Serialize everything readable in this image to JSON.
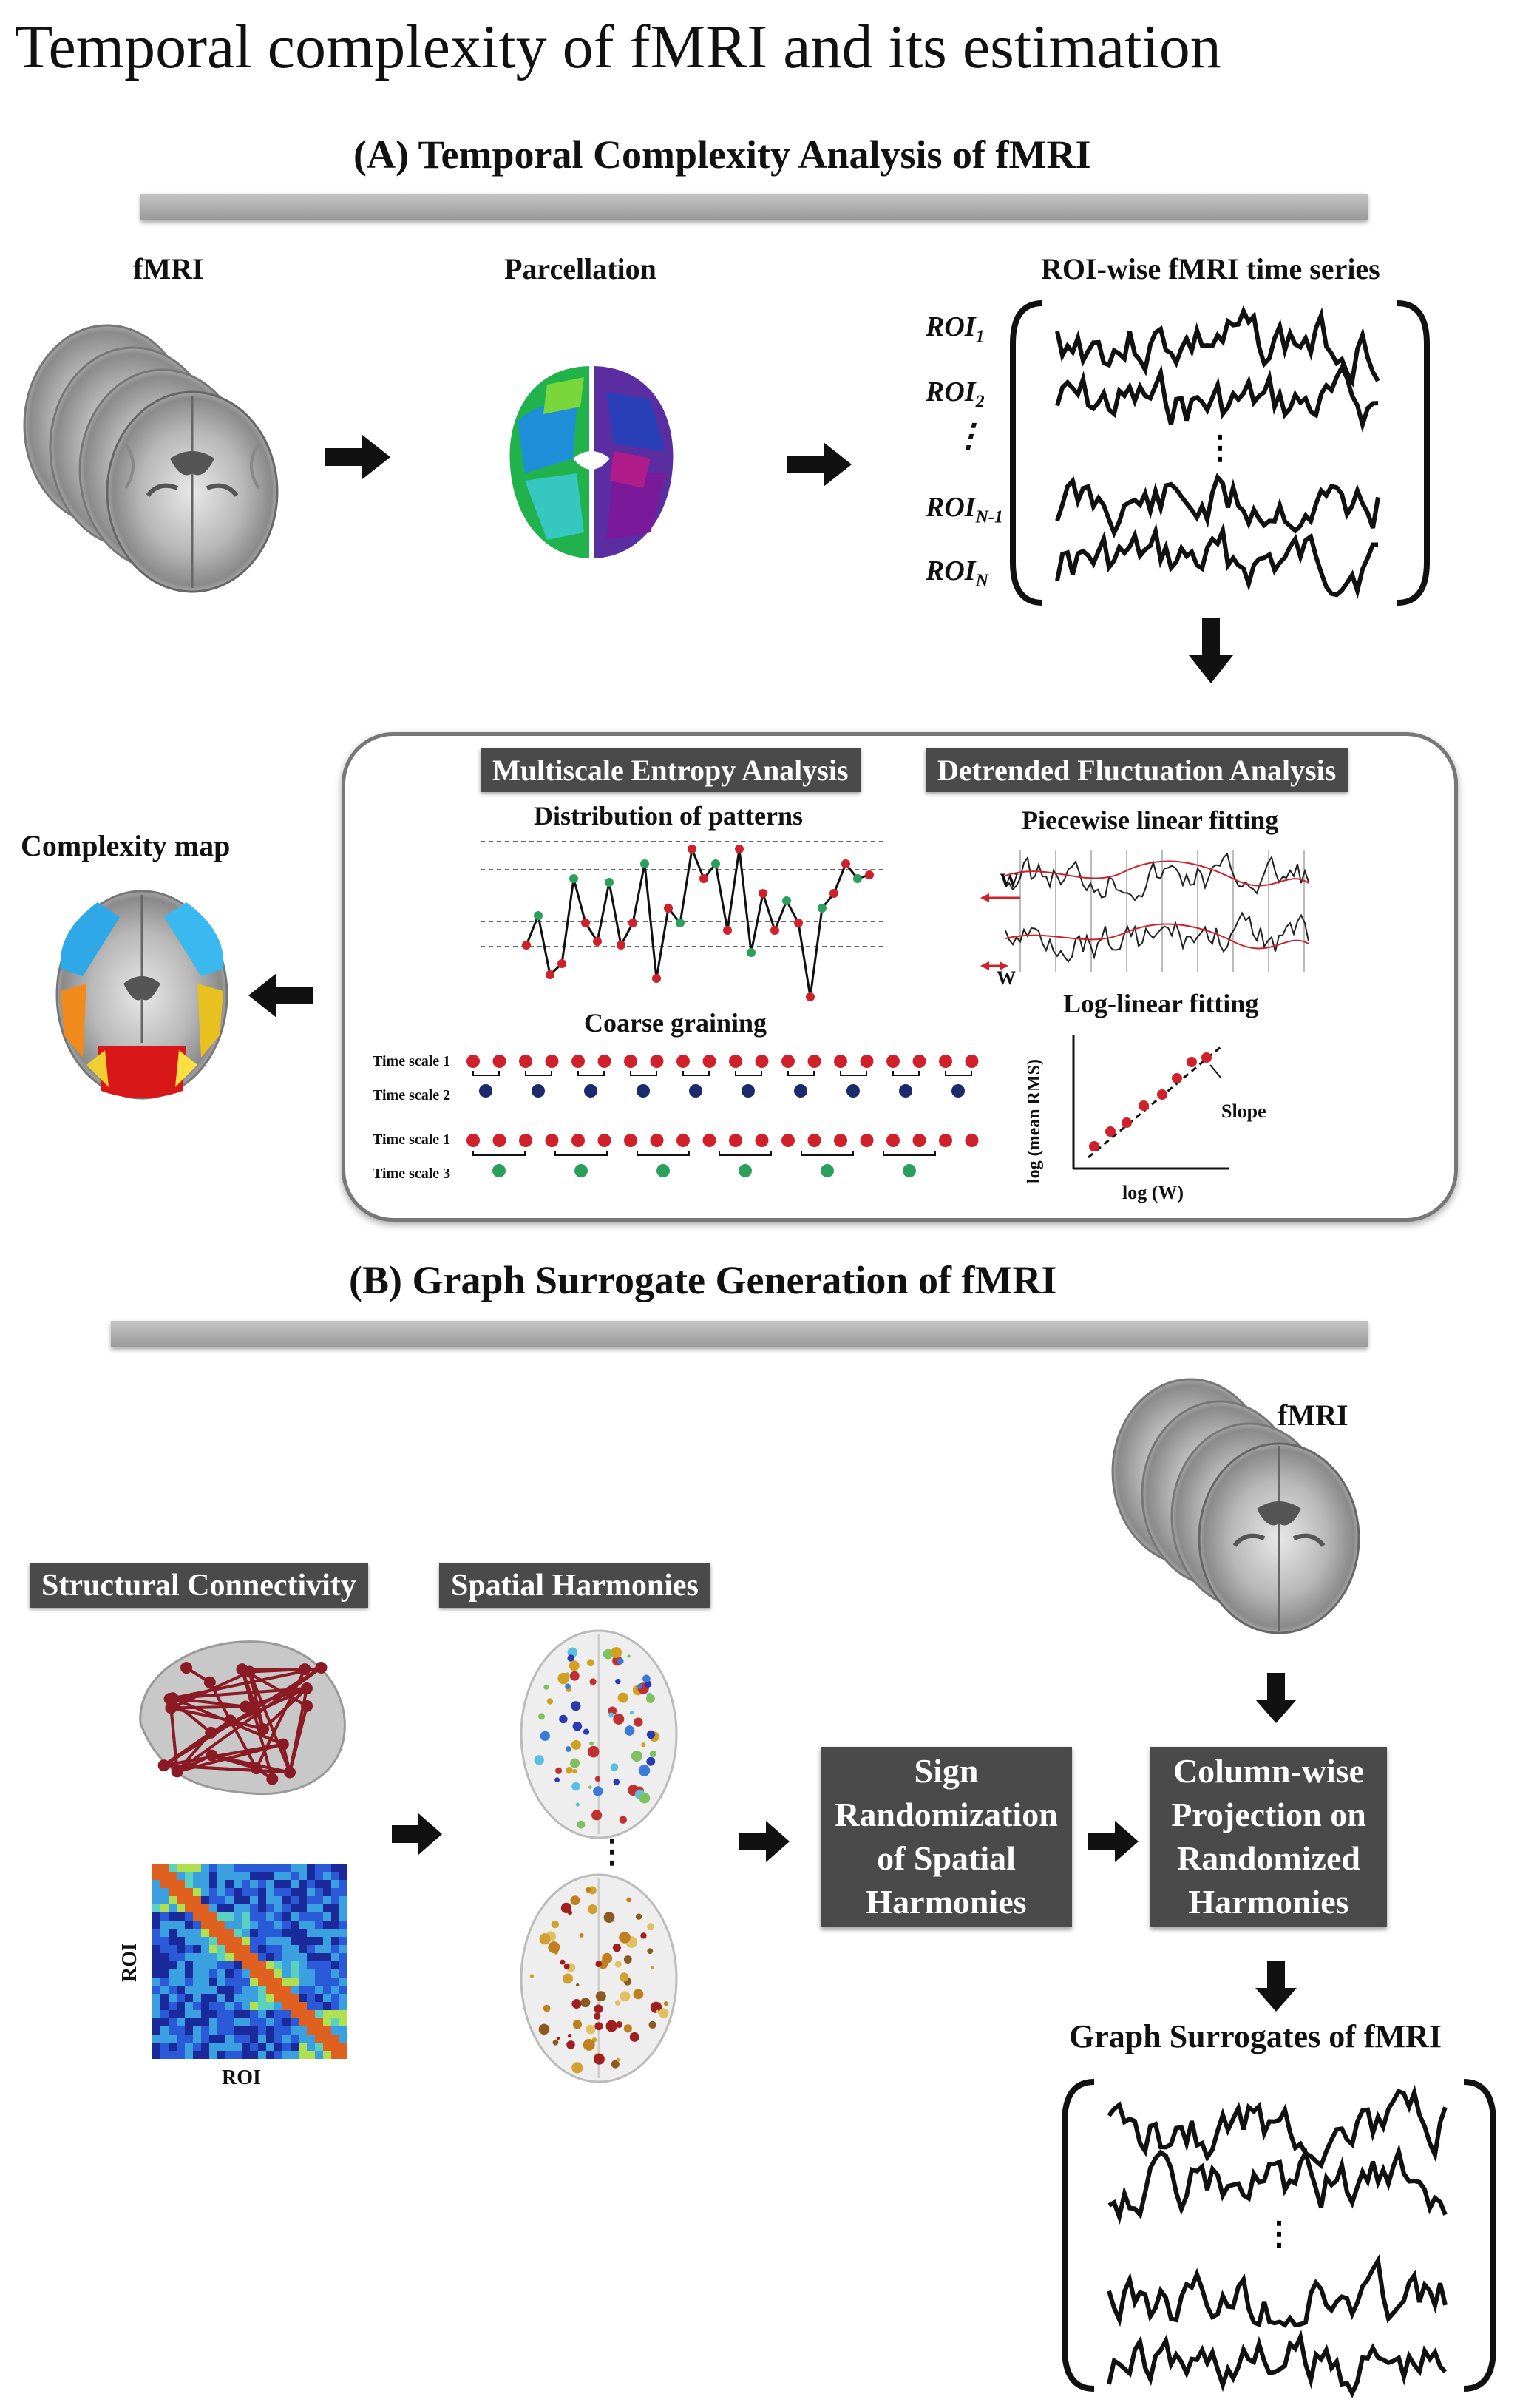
{
  "title": "Temporal complexity of fMRI and its estimation",
  "section_a": {
    "title": "(A) Temporal Complexity Analysis of fMRI",
    "fmri_label": "fMRI",
    "parcellation_label": "Parcellation",
    "roi_series_label": "ROI-wise fMRI time series",
    "roi_labels": [
      {
        "base": "ROI",
        "sub": "1"
      },
      {
        "base": "ROI",
        "sub": "2"
      },
      {
        "base": "ROI",
        "sub": "N-1"
      },
      {
        "base": "ROI",
        "sub": "N"
      }
    ],
    "complexity_map_label": "Complexity map",
    "mse": {
      "tag": "Multiscale Entropy Analysis",
      "distribution_label": "Distribution of patterns",
      "coarse_label": "Coarse graining",
      "time_scale_1": "Time scale 1",
      "time_scale_2": "Time scale 2",
      "time_scale_3": "Time scale 3"
    },
    "dfa": {
      "tag": "Detrended Fluctuation Analysis",
      "piecewise_label": "Piecewise linear fitting",
      "loglinear_label": "Log-linear fitting",
      "w_label": "W",
      "slope_label": "Slope",
      "ylabel": "log (mean RMS)",
      "xlabel": "log (W)"
    }
  },
  "section_b": {
    "title": "(B) Graph Surrogate Generation of fMRI",
    "fmri_label": "fMRI",
    "structural_tag": "Structural Connectivity",
    "harmonics_tag": "Spatial Harmonies",
    "roi_axis": "ROI",
    "sign_box": "Sign Randomization of Spatial Harmonies",
    "projection_box": "Column-wise Projection on Randomized Harmonies",
    "surrogates_label": "Graph Surrogates of fMRI"
  },
  "colors": {
    "tag_bg": "#4a4a4a",
    "bar_gray": "#a8a8a8",
    "red_dot": "#d0202a",
    "navy_dot": "#1a2a6c",
    "green_dot": "#2aa05a"
  }
}
